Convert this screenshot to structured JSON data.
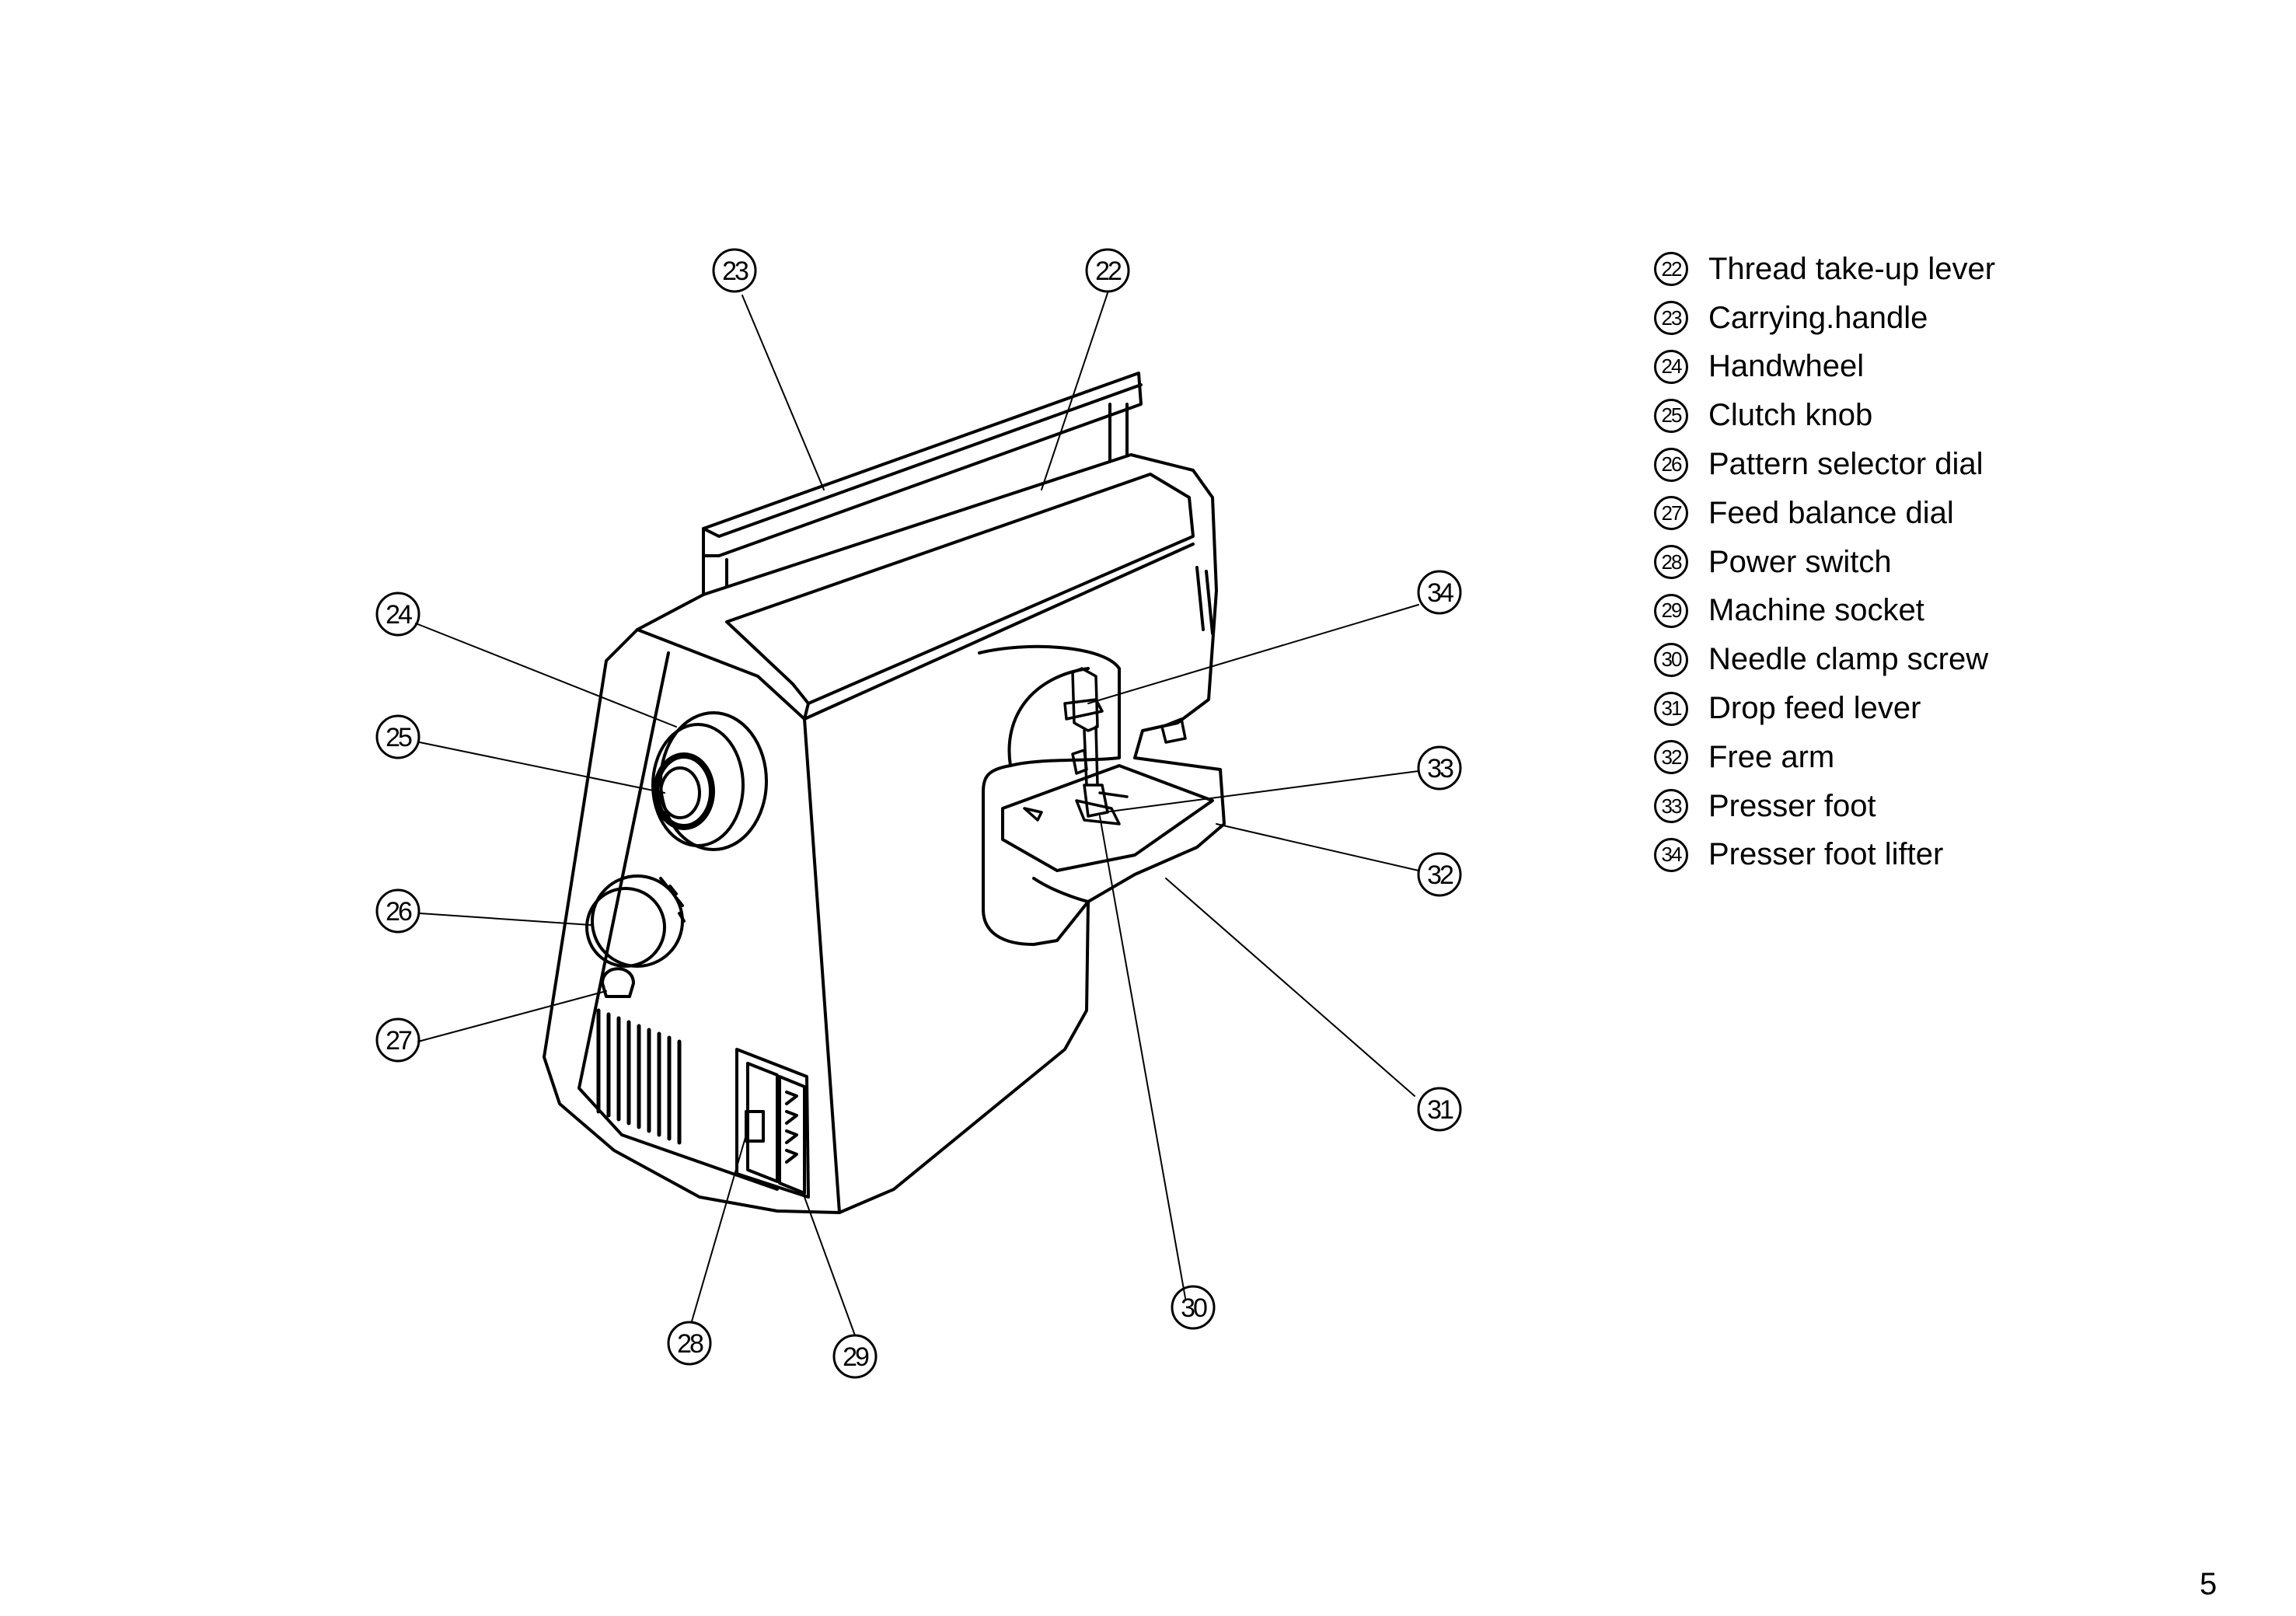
{
  "legend": [
    {
      "num": "22",
      "label": "Thread take-up lever"
    },
    {
      "num": "23",
      "label": "Carrying.handle"
    },
    {
      "num": "24",
      "label": "Handwheel"
    },
    {
      "num": "25",
      "label": "Clutch knob"
    },
    {
      "num": "26",
      "label": "Pattern selector dial"
    },
    {
      "num": "27",
      "label": "Feed balance dial"
    },
    {
      "num": "28",
      "label": "Power switch"
    },
    {
      "num": "29",
      "label": "Machine socket"
    },
    {
      "num": "30",
      "label": "Needle clamp screw"
    },
    {
      "num": "31",
      "label": "Drop feed lever"
    },
    {
      "num": "32",
      "label": "Free arm"
    },
    {
      "num": "33",
      "label": "Presser foot"
    },
    {
      "num": "34",
      "label": "Presser foot lifter"
    }
  ],
  "callouts": {
    "c22": "22",
    "c23": "23",
    "c24": "24",
    "c25": "25",
    "c26": "26",
    "c27": "27",
    "c28": "28",
    "c29": "29",
    "c30": "30",
    "c31": "31",
    "c32": "32",
    "c33": "33",
    "c34": "34"
  },
  "page_number": "5"
}
